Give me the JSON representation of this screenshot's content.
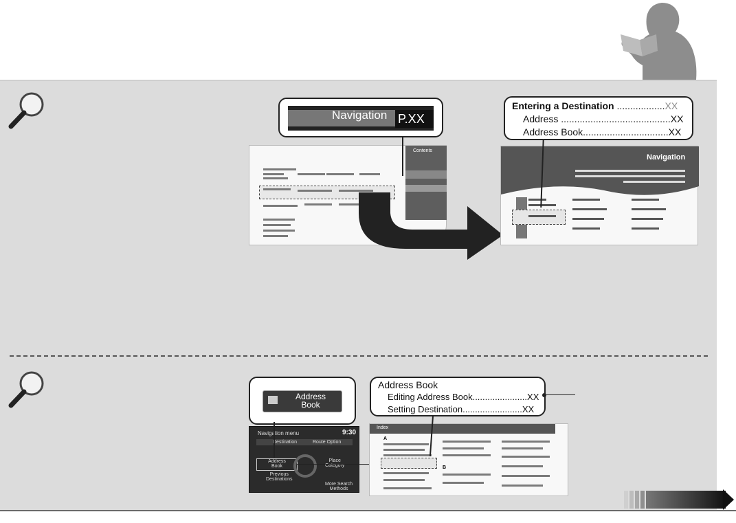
{
  "callout_top_left": {
    "heading": "Navigation",
    "page_ref": "P.XX"
  },
  "thumb_contents": {
    "tab": "Contents"
  },
  "callout_top_right": {
    "entries": [
      {
        "label": "Entering a Destination",
        "dots": " ..................",
        "page": "XX"
      },
      {
        "label": "Address",
        "dots": " .........................................",
        "page": "XX"
      },
      {
        "label": "Address Book",
        "dots": "................................",
        "page": "XX"
      }
    ]
  },
  "thumb_section": {
    "title": "Navigation"
  },
  "callout_bottom_left": {
    "button": "Address\nBook"
  },
  "screen": {
    "title": "Navigation menu",
    "time": "9:30",
    "tabs": [
      "Destination",
      "Route Option"
    ],
    "items": [
      "Address\nBook",
      "Previous\nDestinations",
      "Place\nCategory",
      "More Search\nMethods"
    ]
  },
  "callout_bottom_right": {
    "heading": "Address Book",
    "entries": [
      {
        "label": "Editing Address Book",
        "dots": "......................",
        "page": "XX"
      },
      {
        "label": "Setting Destination",
        "dots": "........................",
        "page": "XX"
      }
    ]
  },
  "thumb_index": {
    "tab": "Index",
    "letters": [
      "A",
      "B"
    ]
  }
}
